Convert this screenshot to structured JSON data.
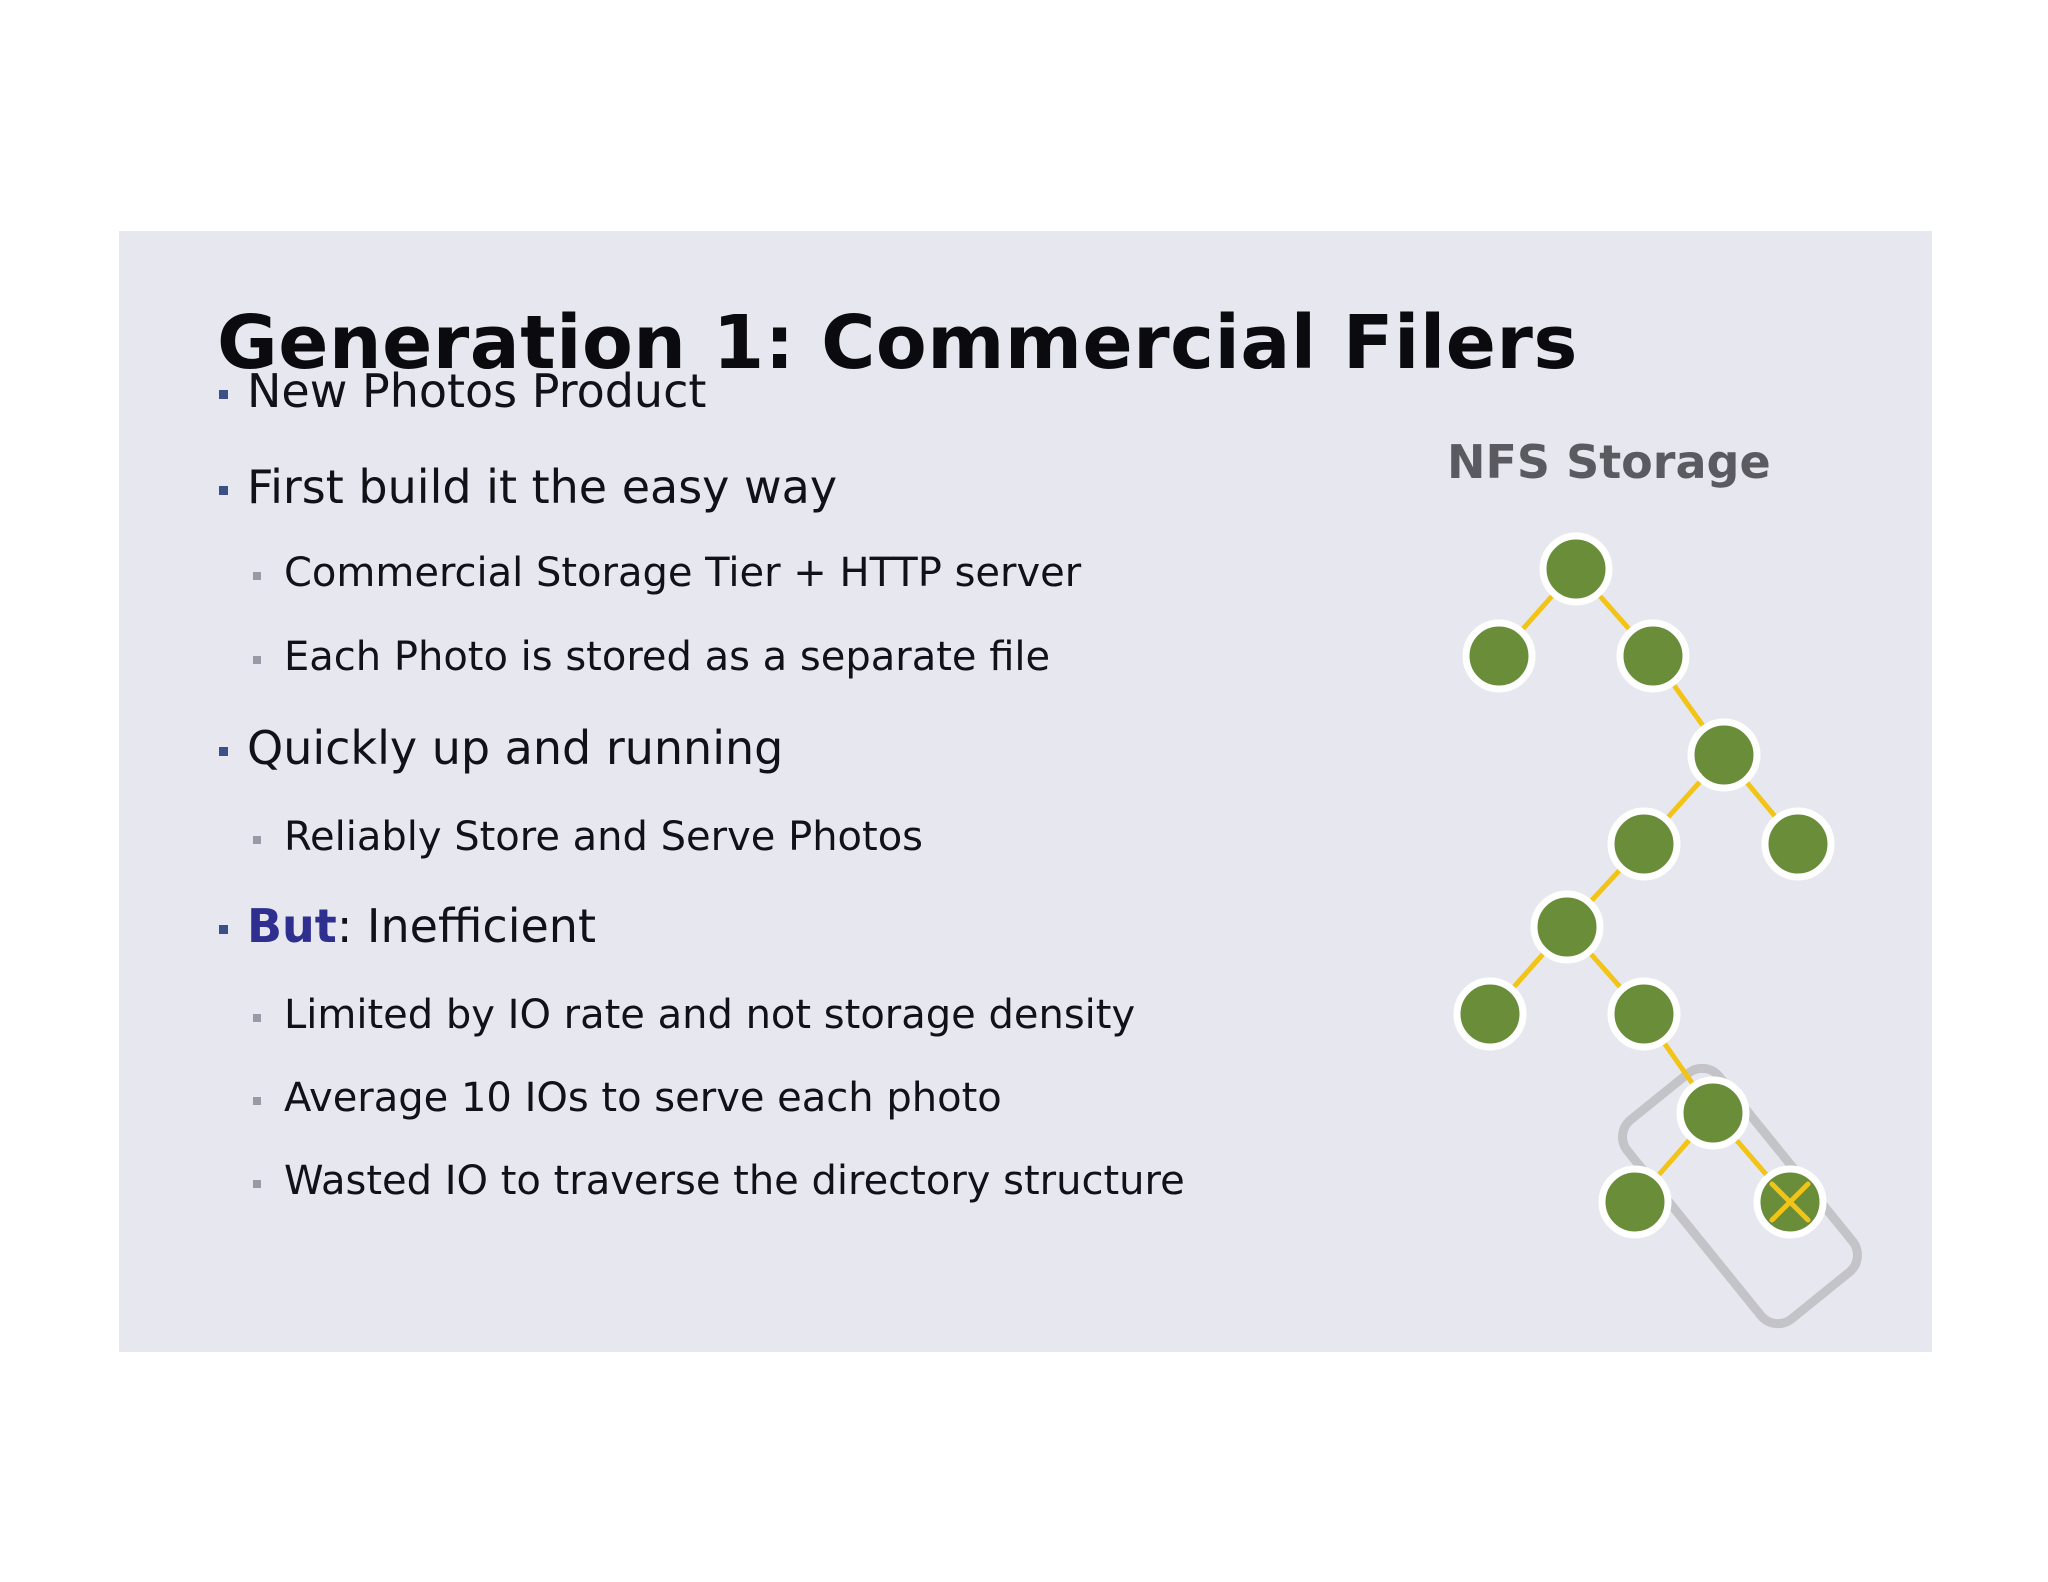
{
  "slide": {
    "title": "Generation 1: Commercial Filers",
    "bullets": [
      {
        "level": 1,
        "text": "New Photos Product"
      },
      {
        "level": 1,
        "text": "First build it the easy way"
      },
      {
        "level": 2,
        "text": "Commercial Storage Tier + HTTP server"
      },
      {
        "level": 2,
        "text": "Each Photo is stored as a separate file"
      },
      {
        "level": 1,
        "text": "Quickly up and running"
      },
      {
        "level": 2,
        "text": "Reliably Store and Serve Photos"
      },
      {
        "level": 1,
        "accent": "But",
        "text": ": Inefficient"
      },
      {
        "level": 2,
        "text": "Limited by IO rate and not storage density"
      },
      {
        "level": 2,
        "text": "Average 10 IOs to serve each photo"
      },
      {
        "level": 2,
        "text": "Wasted IO to traverse the directory structure"
      }
    ]
  },
  "diagram": {
    "title": "NFS Storage",
    "colors": {
      "node": "#6a8d3a",
      "node_ring": "#ffffff",
      "edge": "#f2c417",
      "highlight_box": "#c4c4c8",
      "x_mark": "#f2c417",
      "accent_text": "#2e2f8f",
      "bullet_marker": "#3d4f8a",
      "slide_background": "#e7e8ef"
    },
    "icons": [
      "tree-node-icon",
      "missing-file-x-icon"
    ]
  }
}
